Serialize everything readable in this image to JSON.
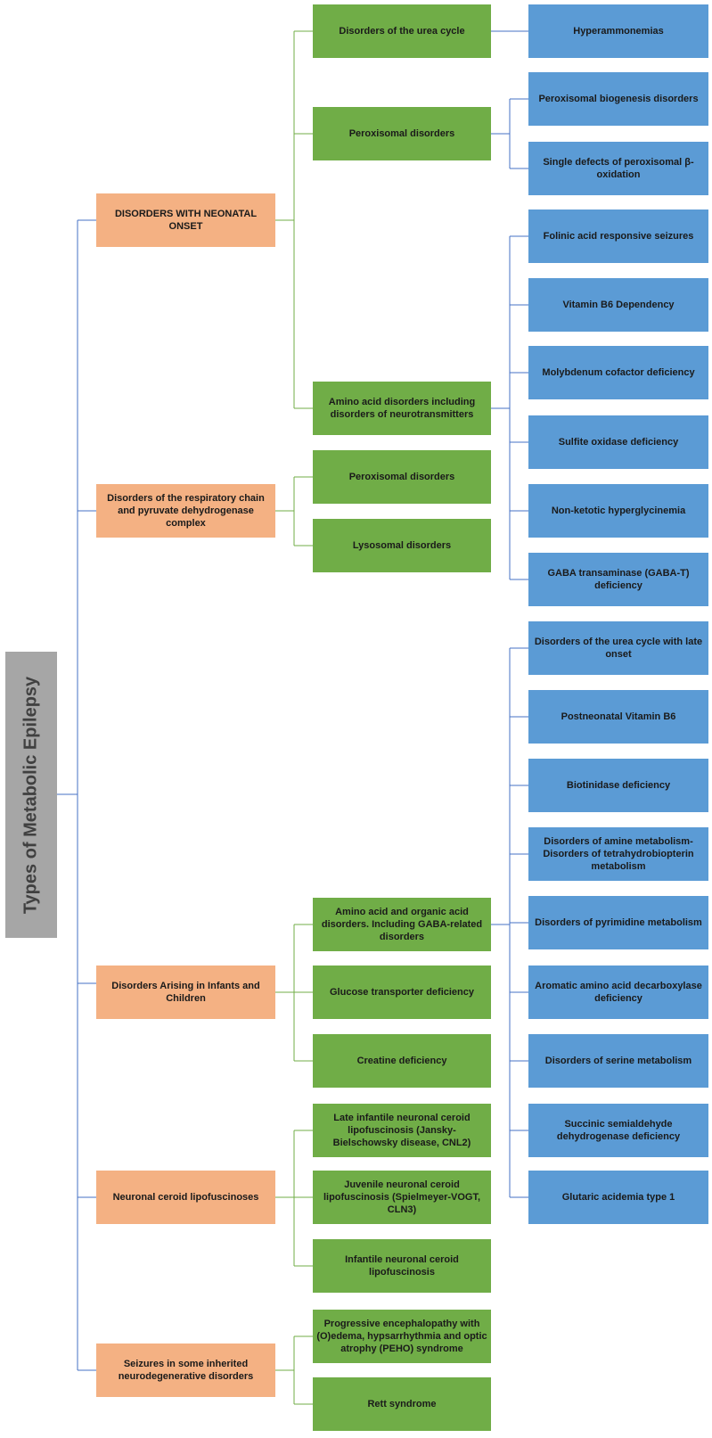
{
  "root": "Types of Metabolic Epilepsy",
  "colors": {
    "category": "#f4b183",
    "group": "#70ad47",
    "item": "#5b9bd5",
    "root": "#a6a6a6",
    "lineBlue": "#4472c4",
    "lineGreen": "#70ad47"
  },
  "categories": [
    {
      "label": "DISORDERS WITH NEONATAL ONSET",
      "groups": [
        {
          "label": "Disorders of the urea cycle",
          "items": [
            "Hyperammonemias"
          ]
        },
        {
          "label": "Peroxisomal disorders",
          "items": [
            "Peroxisomal biogenesis disorders",
            "Single defects of peroxisomal β-oxidation"
          ]
        },
        {
          "label": "Amino acid disorders including disorders of neurotransmitters",
          "items": [
            "Folinic acid responsive seizures",
            "Vitamin B6 Dependency",
            "Molybdenum cofactor deficiency",
            "Sulfite oxidase deficiency",
            "Non-ketotic hyperglycinemia",
            "GABA transaminase (GABA-T) deficiency"
          ]
        }
      ]
    },
    {
      "label": "Disorders of the respiratory chain and pyruvate dehydrogenase complex",
      "groups": [
        {
          "label": "Peroxisomal disorders",
          "items": []
        },
        {
          "label": "Lysosomal disorders",
          "items": []
        }
      ]
    },
    {
      "label": "Disorders Arising in Infants and Children",
      "groups": [
        {
          "label": "Amino acid and organic acid disorders. Including GABA-related disorders",
          "items": [
            "Disorders of the urea cycle with late onset",
            "Postneonatal Vitamin B6",
            "Biotinidase deficiency",
            "Disorders of amine metabolism- Disorders of tetrahydrobiopterin metabolism",
            "Disorders of pyrimidine metabolism",
            "Aromatic amino acid decarboxylase deficiency",
            "Disorders of serine metabolism",
            "Succinic semialdehyde dehydrogenase deficiency",
            "Glutaric acidemia type 1"
          ]
        },
        {
          "label": "Glucose transporter deficiency",
          "items": []
        },
        {
          "label": "Creatine deficiency",
          "items": []
        }
      ]
    },
    {
      "label": "Neuronal ceroid lipofuscinoses",
      "groups": [
        {
          "label": "Late infantile neuronal ceroid lipofuscinosis (Jansky-Bielschowsky disease, CNL2)",
          "items": []
        },
        {
          "label": "Juvenile neuronal ceroid lipofuscinosis (Spielmeyer-VOGT, CLN3)",
          "items": []
        },
        {
          "label": "Infantile neuronal ceroid lipofuscinosis",
          "items": []
        }
      ]
    },
    {
      "label": "Seizures in some inherited neurodegenerative disorders",
      "groups": [
        {
          "label": "Progressive encephalopathy with (O)edema, hypsarrhythmia and optic atrophy (PEHO) syndrome",
          "items": []
        },
        {
          "label": "Rett syndrome",
          "items": []
        }
      ]
    }
  ]
}
